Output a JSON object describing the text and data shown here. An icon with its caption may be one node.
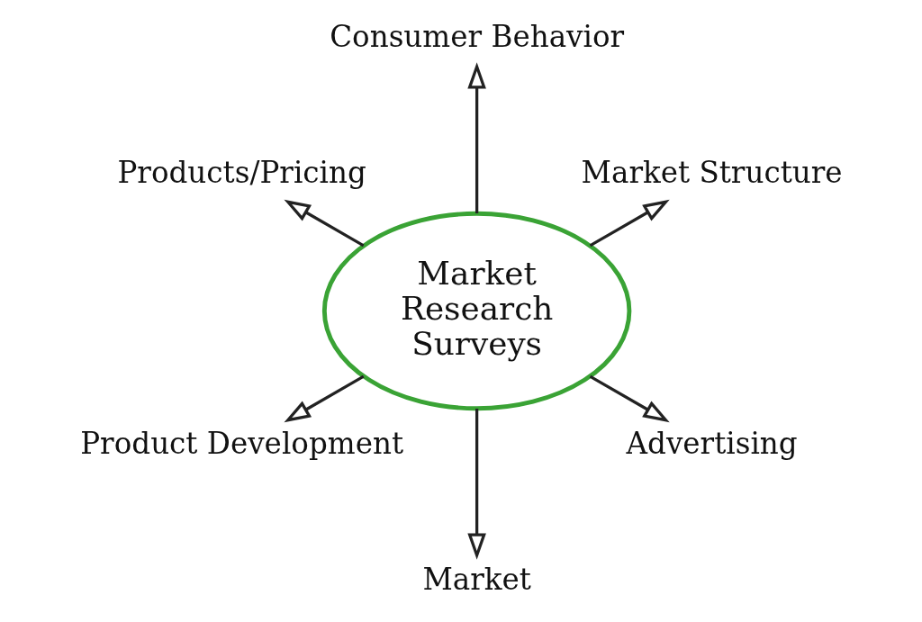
{
  "diagram": {
    "nodes": [
      {
        "text": [
          "Market Research Surveys"
        ]
      },
      {
        "text": [
          "Market Structure"
        ]
      },
      {
        "text": [
          "Consumer Behavior"
        ]
      },
      {
        "text": [
          "Products/Pricing"
        ]
      },
      {
        "text": [
          "Product Development"
        ]
      },
      {
        "text": [
          "Market"
        ]
      },
      {
        "text": [
          "Advertising"
        ]
      }
    ],
    "edges": [
      {
        "from": 0,
        "to": 1,
        "arrow": "to"
      },
      {
        "from": 0,
        "to": 2,
        "arrow": "to"
      },
      {
        "from": 0,
        "to": 3,
        "arrow": "to"
      },
      {
        "from": 0,
        "to": 4,
        "arrow": "to"
      },
      {
        "from": 0,
        "to": 5,
        "arrow": "to"
      },
      {
        "from": 0,
        "to": 6,
        "arrow": "to"
      }
    ]
  }
}
